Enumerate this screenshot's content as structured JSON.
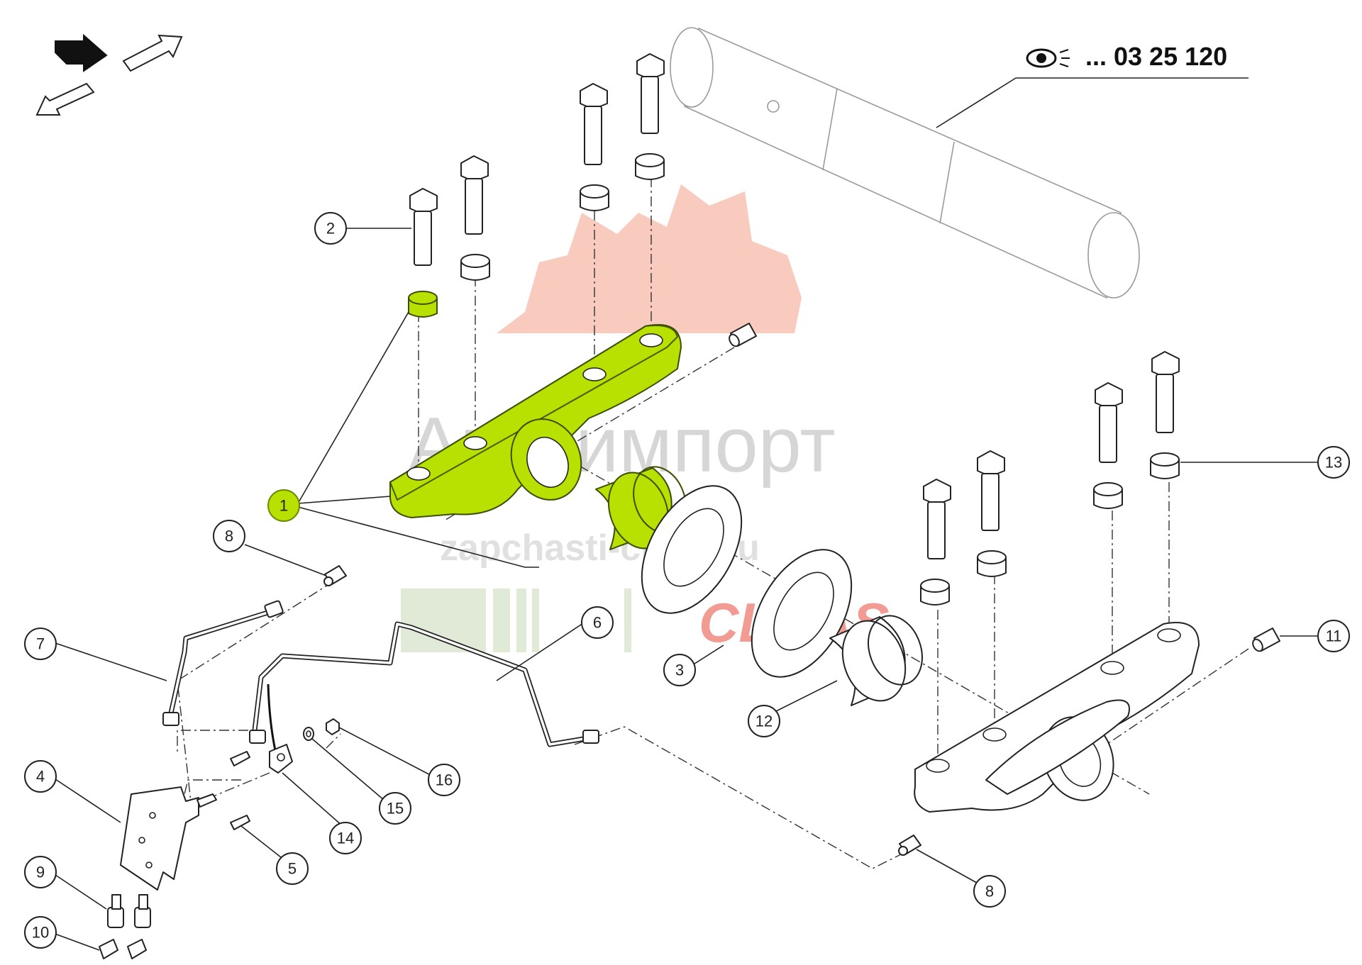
{
  "reference": {
    "label": "... 03 25 120",
    "icon": "eye-icon"
  },
  "watermark": {
    "brand": "Агроимпорт",
    "site": "zapchasti-claas.ru",
    "logo": "CLAAS"
  },
  "navigation": {
    "icons": [
      "back-arrow-icon",
      "next-arrow-icon",
      "previous-arrow-icon"
    ]
  },
  "colors": {
    "highlight": "#b8e000",
    "watermark_red": "#e23a2a"
  },
  "callouts": [
    {
      "num": "1",
      "highlighted": true
    },
    {
      "num": "2"
    },
    {
      "num": "3"
    },
    {
      "num": "4"
    },
    {
      "num": "5"
    },
    {
      "num": "6"
    },
    {
      "num": "7"
    },
    {
      "num": "8"
    },
    {
      "num": "8"
    },
    {
      "num": "9"
    },
    {
      "num": "10"
    },
    {
      "num": "11"
    },
    {
      "num": "12"
    },
    {
      "num": "13"
    },
    {
      "num": "14"
    },
    {
      "num": "15"
    },
    {
      "num": "16"
    }
  ]
}
